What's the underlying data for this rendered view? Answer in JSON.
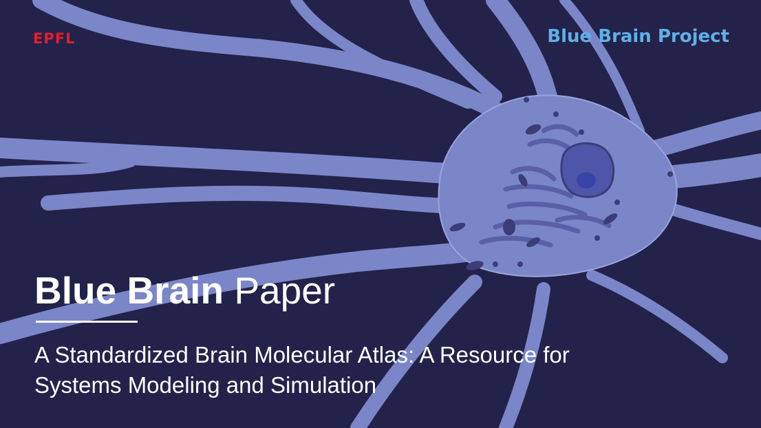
{
  "logo": {
    "text": "EPFL"
  },
  "project": {
    "label": "Blue Brain Project"
  },
  "headline": {
    "bold": "Blue Brain",
    "rest": "Paper"
  },
  "subtitle": {
    "line1": "A Standardized Brain Molecular Atlas: A Resource for",
    "line2": "Systems Modeling and Simulation"
  },
  "colors": {
    "background": "#23224a",
    "neuron": "#7b86c9",
    "neuron_outline": "#9aa4dc",
    "organelle": "#5a5fa8",
    "organelle_dark": "#3c3d78",
    "logo_red": "#e0202b",
    "project_blue": "#5fb0e8"
  }
}
